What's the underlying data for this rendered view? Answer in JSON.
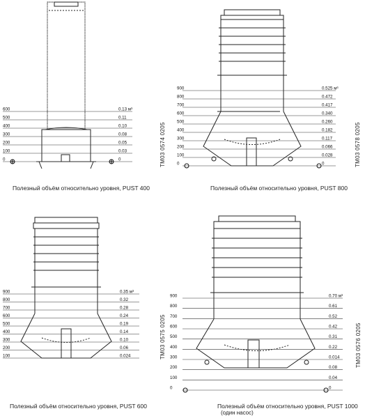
{
  "panels": [
    {
      "id": "pust400",
      "caption": "Полезный объём относительно уровня, PUST 400",
      "code": "TM03 0574 0205",
      "levels": [
        "600",
        "500",
        "400",
        "300",
        "200",
        "100",
        "0"
      ],
      "volumes": [
        "0.13 м³",
        "0.11",
        "0.10",
        "0.08",
        "0.05",
        "0.03",
        "0"
      ]
    },
    {
      "id": "pust800",
      "caption": "Полезный объём относительно уровня, PUST 800",
      "code": "TM03 0578 0205",
      "levels": [
        "900",
        "800",
        "700",
        "600",
        "500",
        "400",
        "300",
        "200",
        "100",
        "0"
      ],
      "volumes": [
        "0.525 м³",
        "0.472",
        "0.417",
        "0.340",
        "0.260",
        "0.182",
        "0.117",
        "0.066",
        "0.028",
        "0"
      ]
    },
    {
      "id": "pust600",
      "caption": "Полезный объём относительно уровня, PUST 600",
      "code": "TM03 0575 0205",
      "levels": [
        "900",
        "800",
        "700",
        "600",
        "500",
        "400",
        "300",
        "200",
        "100"
      ],
      "volumes": [
        "0.35 м³",
        "0.32",
        "0.28",
        "0.24",
        "0.19",
        "0.14",
        "0.10",
        "0.06",
        "0.024"
      ]
    },
    {
      "id": "pust1000",
      "caption": "Полезный объём относительно уровня, PUST 1000",
      "note": "(один насос)",
      "code": "TM03 0576 0205",
      "levels": [
        "900",
        "800",
        "700",
        "600",
        "500",
        "400",
        "300",
        "200",
        "100",
        "0"
      ],
      "volumes": [
        "0.70 м³",
        "0.61",
        "0.52",
        "0.42",
        "0.31",
        "0.22",
        "0.014",
        "0.08",
        "0.04",
        "0"
      ]
    }
  ]
}
